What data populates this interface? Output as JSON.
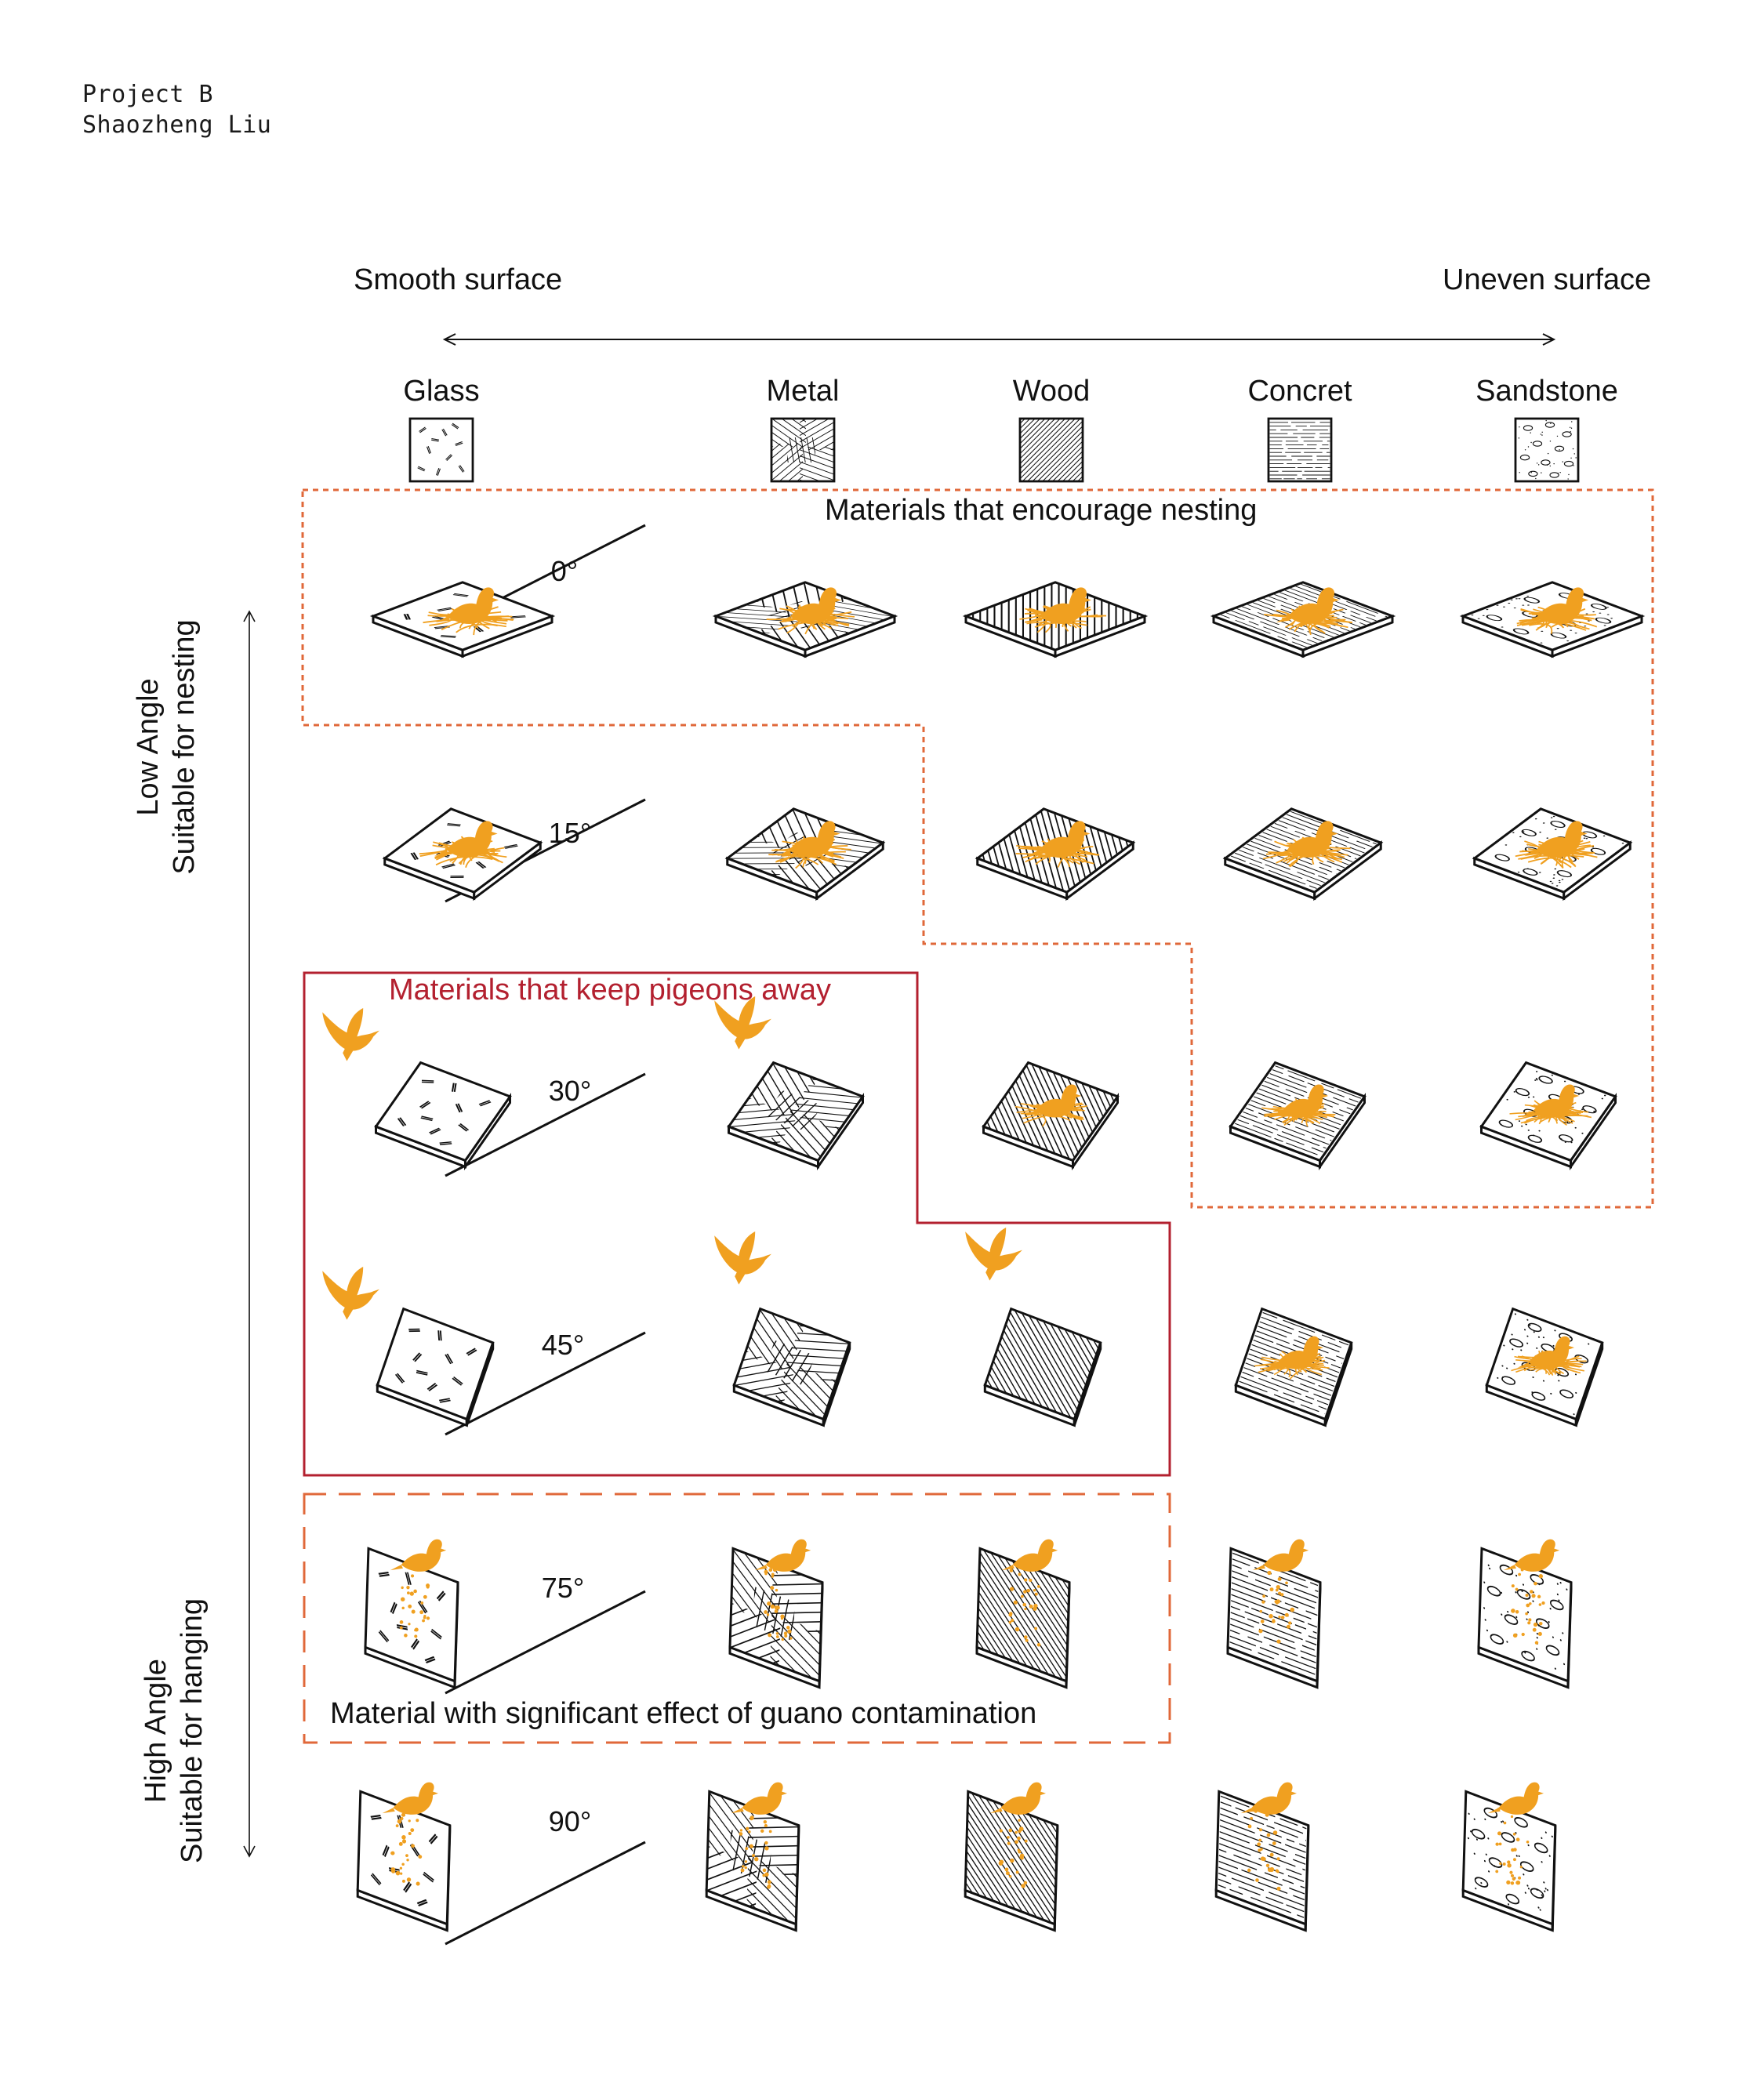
{
  "header": {
    "project": "Project B",
    "author": "Shaozheng Liu"
  },
  "axis": {
    "left_label": "Smooth surface",
    "right_label": "Uneven surface"
  },
  "materials": [
    {
      "name": "Glass",
      "pattern": "glass"
    },
    {
      "name": "Metal",
      "pattern": "metal"
    },
    {
      "name": "Wood",
      "pattern": "wood"
    },
    {
      "name": "Concret",
      "pattern": "concrete"
    },
    {
      "name": "Sandstone",
      "pattern": "sandstone"
    }
  ],
  "angles": [
    "0°",
    "15°",
    "30°",
    "45°",
    "75°",
    "90°"
  ],
  "vertical_axis": {
    "top_line1": "Low Angle",
    "top_line2": "Suitable for nesting",
    "bottom_line1": "High Angle",
    "bottom_line2": "Suitable for hanging"
  },
  "zones": {
    "nesting": "Materials that encourage nesting",
    "away": "Materials that keep pigeons away",
    "guano": "Material with significant effect of guano contamination"
  },
  "grid": [
    [
      "nest",
      "nest",
      "nest",
      "nest",
      "nest"
    ],
    [
      "nest",
      "nest",
      "nest",
      "nest",
      "nest"
    ],
    [
      "flying",
      "flying",
      "nest",
      "nest",
      "nest"
    ],
    [
      "flying",
      "flying",
      "flying",
      "nest",
      "nest"
    ],
    [
      "guano",
      "guano",
      "guano",
      "guano",
      "guano"
    ],
    [
      "guano",
      "guano",
      "guano",
      "guano",
      "guano"
    ]
  ],
  "colors": {
    "bird": "#f0a020",
    "nesting_zone": "#e0683a",
    "away_zone": "#b3202f",
    "guano_zone": "#e0683a",
    "ink": "#111111"
  }
}
